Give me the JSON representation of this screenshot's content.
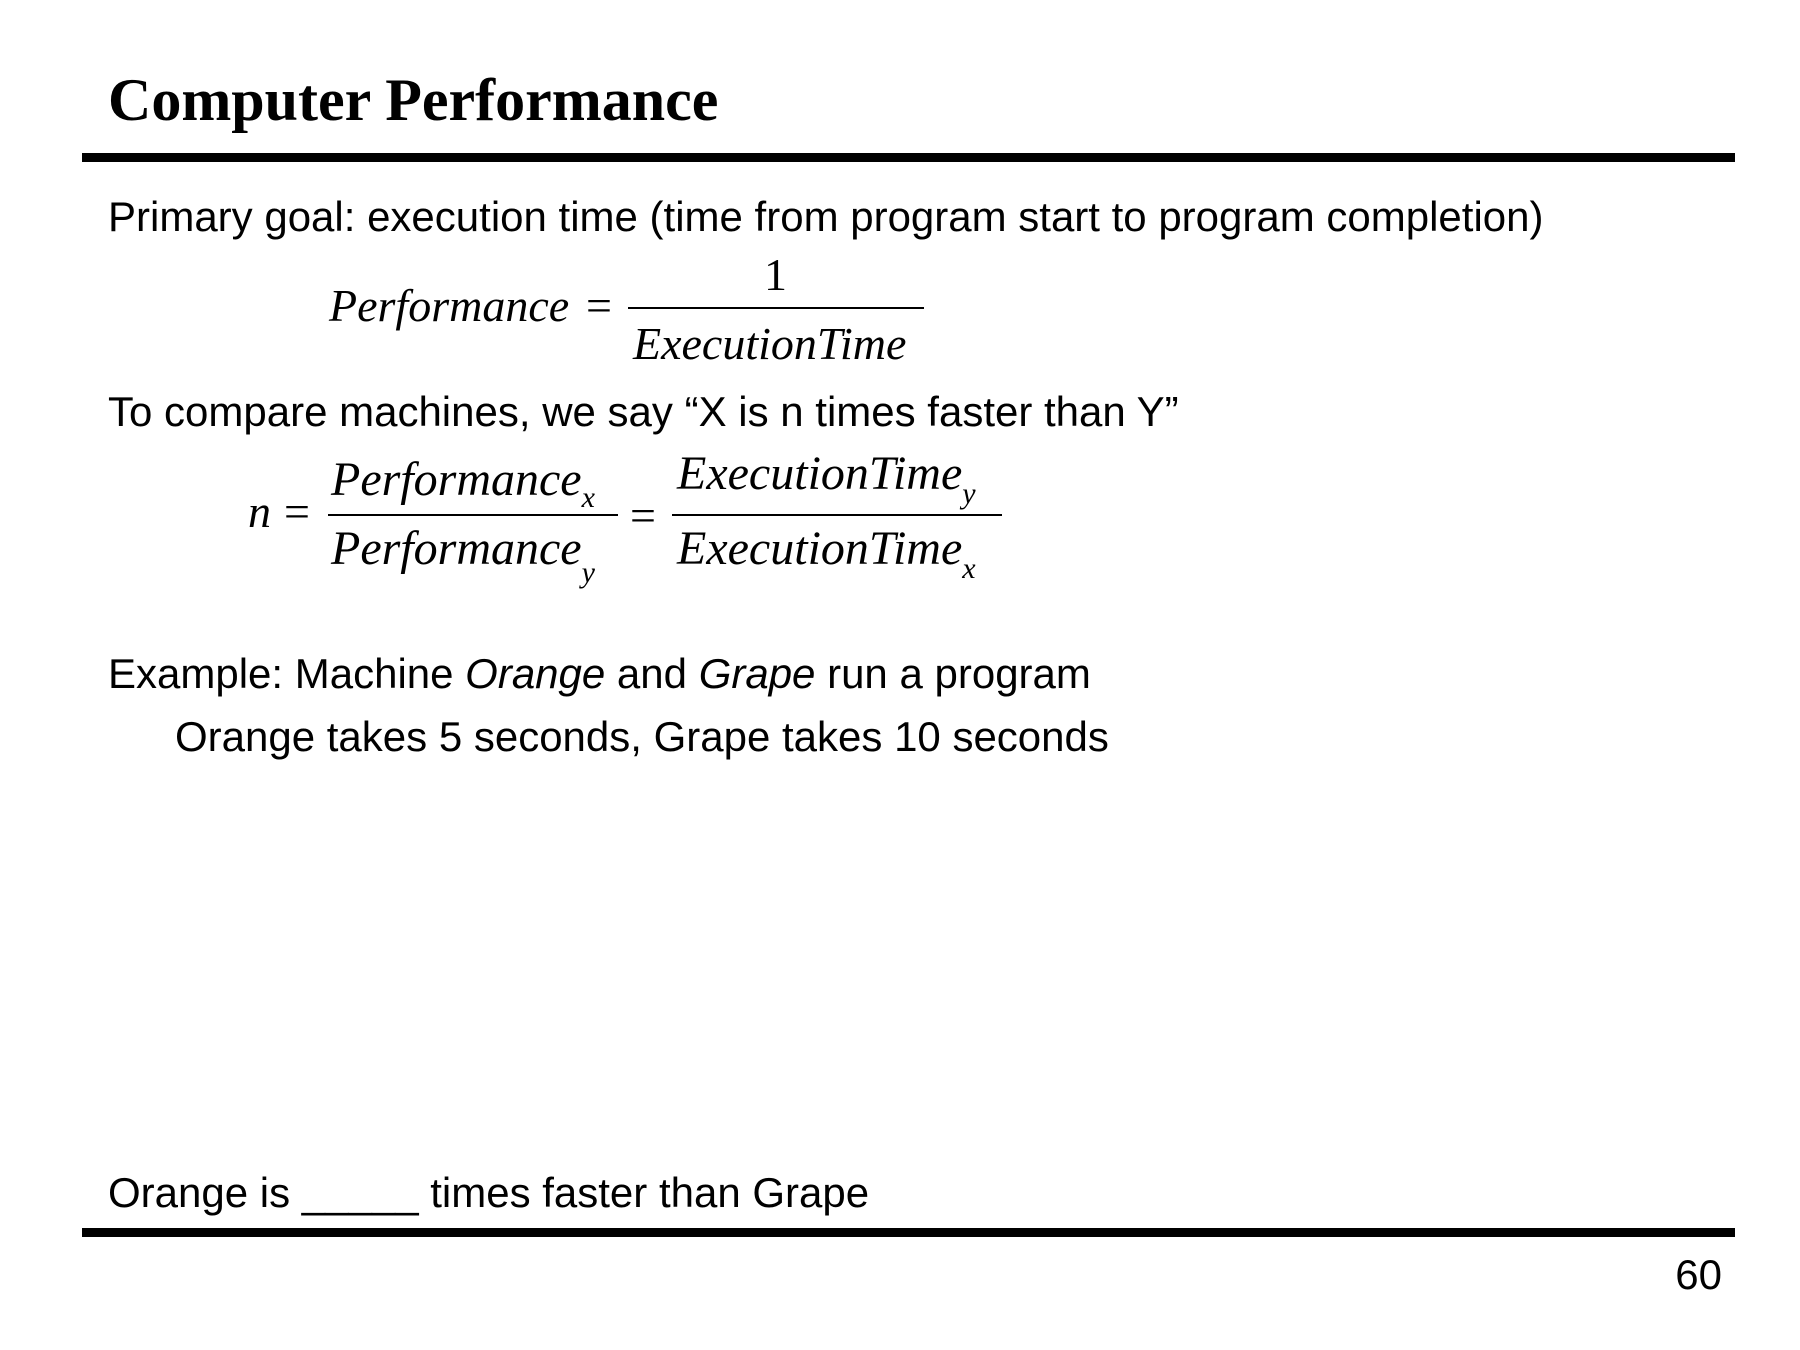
{
  "slide": {
    "title": "Computer Performance",
    "page_number": "60"
  },
  "body": {
    "line1": "Primary goal: execution time (time from program start to program completion)",
    "line2": "To compare machines, we say “X is n times faster than Y”",
    "example": {
      "prefix": "Example: Machine ",
      "machine_a": "Orange",
      "middle": " and ",
      "machine_b": "Grape",
      "suffix": " run a program"
    },
    "example_detail": "Orange takes 5 seconds, Grape takes 10 seconds",
    "question": "Orange is _____ times faster than Grape"
  },
  "formula1": {
    "lhs": "Performance",
    "equals": "=",
    "numerator": "1",
    "denominator": "ExecutionTime"
  },
  "formula2": {
    "lhs": "n",
    "equals": "=",
    "num1_base": "Performance",
    "num1_sub": "x",
    "den1_base": "Performance",
    "den1_sub": "y",
    "num2_base": "ExecutionTime",
    "num2_sub": "y",
    "den2_base": "ExecutionTime",
    "den2_sub": "x"
  }
}
